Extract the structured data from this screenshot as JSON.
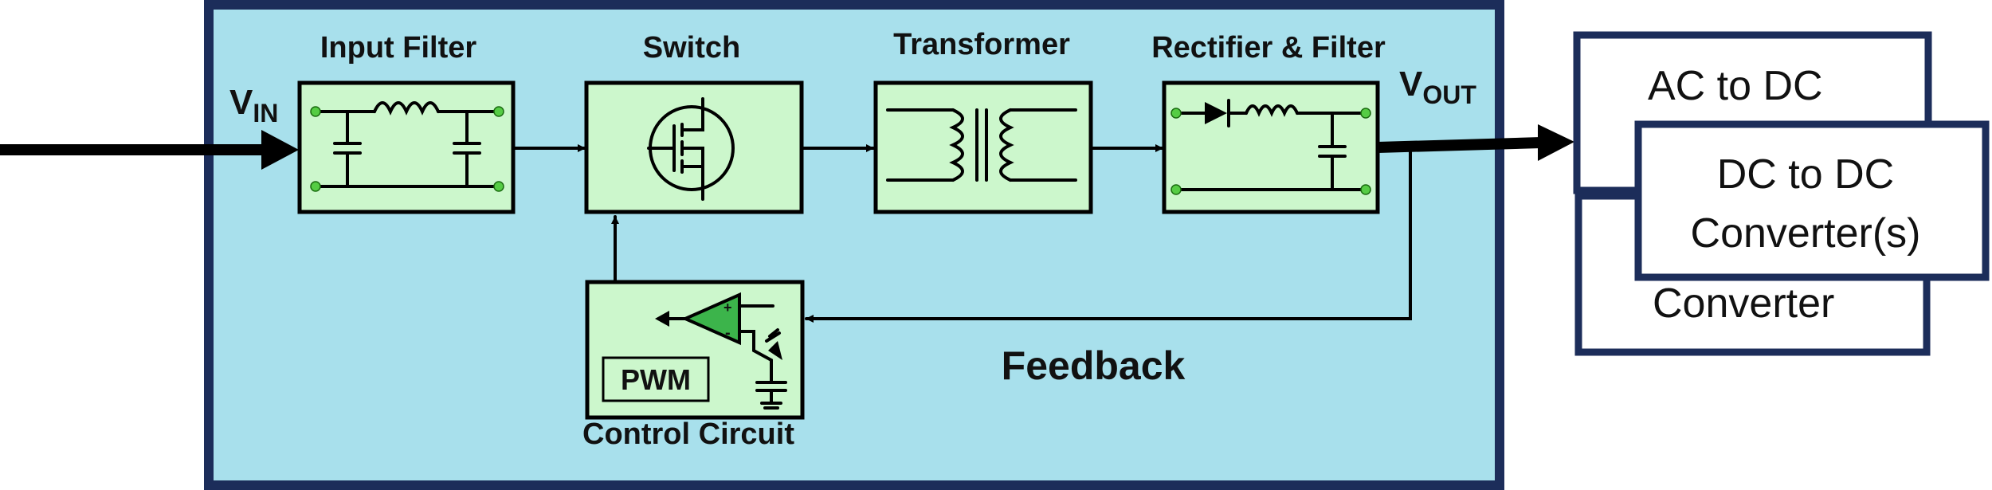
{
  "blocks": {
    "input_filter": "Input Filter",
    "switch": "Switch",
    "transformer": "Transformer",
    "rectifier": "Rectifier & Filter",
    "control": "Control Circuit",
    "pwm": "PWM"
  },
  "signals": {
    "vin_main": "V",
    "vin_sub": "IN",
    "vout_main": "V",
    "vout_sub": "OUT",
    "feedback": "Feedback"
  },
  "outputs": {
    "ac_dc_line1": "AC to DC",
    "ac_dc_line2": "Converter",
    "dc_dc_line1": "DC to DC",
    "dc_dc_line2": "Converter(s)"
  },
  "colors": {
    "panel": "#a8e0ec",
    "panel_border": "#1c2d5a",
    "block_fill": "#ccf7cc",
    "opamp": "#3cb44b",
    "terminal": "#55cc44",
    "output_border": "#1c2d5a"
  }
}
